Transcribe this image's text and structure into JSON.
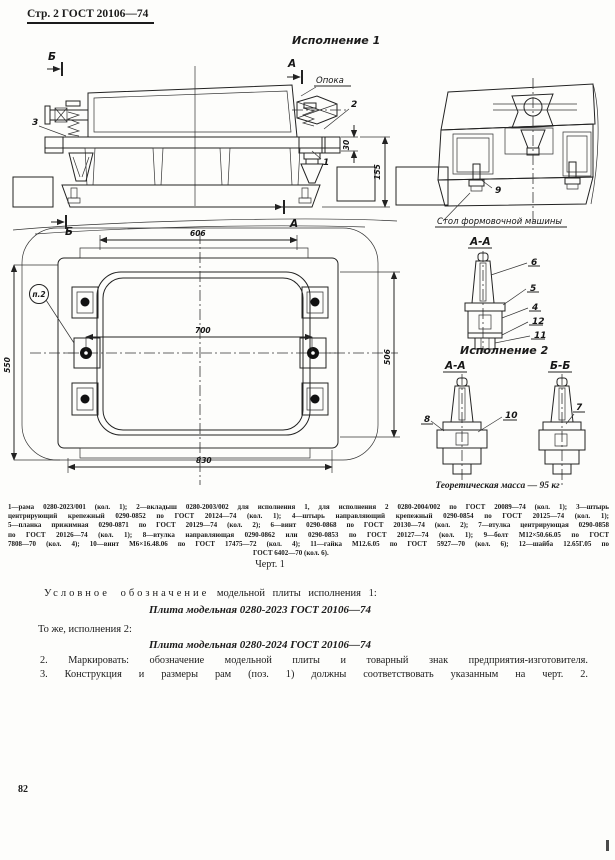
{
  "header": {
    "title": "Стр. 2 ГОСТ 20106—74"
  },
  "fig1": {
    "exec1": "Исполнение 1",
    "exec2": "Исполнение 2",
    "opoka": "Опока",
    "table_caption": "Стол формовочной машины",
    "mass": "Теоретическая масса — 95 кг",
    "section_aa": "А-А",
    "section_bb": "Б-Б",
    "view_a": "А",
    "view_b": "Б",
    "pos_circle": "п.2",
    "dims": {
      "w606": "606",
      "w700": "700",
      "w830": "830",
      "h550": "550",
      "h506": "506",
      "t30": "30",
      "h155": "155"
    },
    "callout1": "1",
    "callout2": "2",
    "callout3": "3",
    "callout4": "4",
    "callout5": "5",
    "callout6": "6",
    "callout7": "7",
    "callout8": "8",
    "callout9": "9",
    "callout10": "10",
    "callout11": "11",
    "callout12": "12"
  },
  "parts_list": {
    "lines": [
      "1—рама 0280-2023/001 (кол. 1); 2—вкладыш 0280-2003/002 для исполнения 1, для исполнения 2 0280-2004/002 по ГОСТ 20089—74 (кол. 1); 3—штырь",
      "центрирующий крепежный 0290-0852 по ГОСТ 20124—74 (кол. 1); 4—штырь направляющий крепежный 0290-0854 по ГОСТ 20125—74 (кол. 1);",
      "5—планка прижимная 0290-0871 по ГОСТ 20129—74 (кол. 2); 6—винт 0290-0868 по ГОСТ 20130—74 (кол. 2); 7—втулка центрирующая 0290-0858",
      "по ГОСТ 20126—74 (кол. 1); 8—втулка направляющая 0290-0862 или 0290-0853 по ГОСТ 20127—74 (кол. 1); 9—болт М12×50.66.05 по ГОСТ",
      "7808—70 (кол. 4); 10—винт М6×16.48.06 по ГОСТ 17475—72 (кол. 4); 11—гайка М12.6.05 по ГОСТ 5927—70 (кол. 6); 12—шайба 12.65Г.05 по",
      "ГОСТ 6402—70 (кол. 6)."
    ]
  },
  "caption": "Черт. 1",
  "designations": {
    "intro1_spaced": "Условное обозначение",
    "intro1_rest": "модельной плиты исполнения 1:",
    "plate1": "Плита модельная 0280-2023 ГОСТ 20106—74",
    "intro2": "То же, исполнения 2:",
    "plate2": "Плита модельная 0280-2024 ГОСТ 20106—74"
  },
  "notes": {
    "note2": "2. Маркировать: обозначение модельной плиты и товарный знак предприятия-изготовителя.",
    "note3": "3. Конструкция и размеры рам (поз. 1) должны соответствовать указанным на черт. 2."
  },
  "footer": {
    "page_number": "82"
  }
}
